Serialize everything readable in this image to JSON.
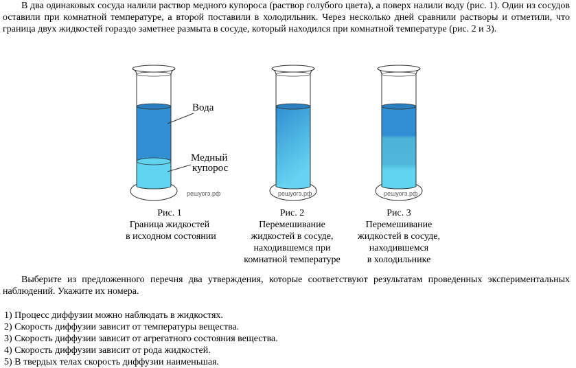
{
  "intro": {
    "text": "В два одинаковых сосуда налили раствор медного купороса (раствор голубого цвета), а поверх налили воду (рис. 1). Один из сосудов оставили при комнатной температуре, а второй поставили в холодильник. Через несколько дней сравнили растворы и отметили, что граница двух жидкостей гораздо заметнее размыта в сосуде, который находился при комнатной температуре (рис. 2 и 3)."
  },
  "figures": [
    {
      "label": "Рис. 1",
      "caption_lines": [
        "Граница жидкостей",
        "в исходном состоянии"
      ],
      "annotations": {
        "upper": "Вода",
        "lower_line1": "Медный",
        "lower_line2": "купорос"
      },
      "watermark": "решуогэ.рф"
    },
    {
      "label": "Рис. 2",
      "caption_lines": [
        "Перемешивание",
        "жидкостей в сосуде,",
        "находившемся при",
        "комнатной температуре"
      ],
      "watermark": "решуогэ.рф"
    },
    {
      "label": "Рис. 3",
      "caption_lines": [
        "Перемешивание",
        "жидкостей в сосуде,",
        "находившемся",
        "в холодильнике"
      ],
      "watermark": "решуогэ.рф"
    }
  ],
  "colors": {
    "water": "#2f8fd2",
    "copper_sulfate": "#5fd3f0",
    "mixed_middle": "#4db3d6",
    "outline": "#333333"
  },
  "question": {
    "text": "Выберите из предложенного перечня два утверждения, которые соответствуют результатам проведенных экспериментальных наблюдений. Укажите их номера."
  },
  "options": [
    "1) Процесс диффузии можно наблюдать в жидкостях.",
    "2) Скорость диффузии зависит от температуры вещества.",
    "3) Скорость диффузии зависит от агрегатного состояния вещества.",
    "4) Скорость диффузии зависит от рода жидкостей.",
    "5) В твердых телах скорость диффузии наименьшая."
  ]
}
